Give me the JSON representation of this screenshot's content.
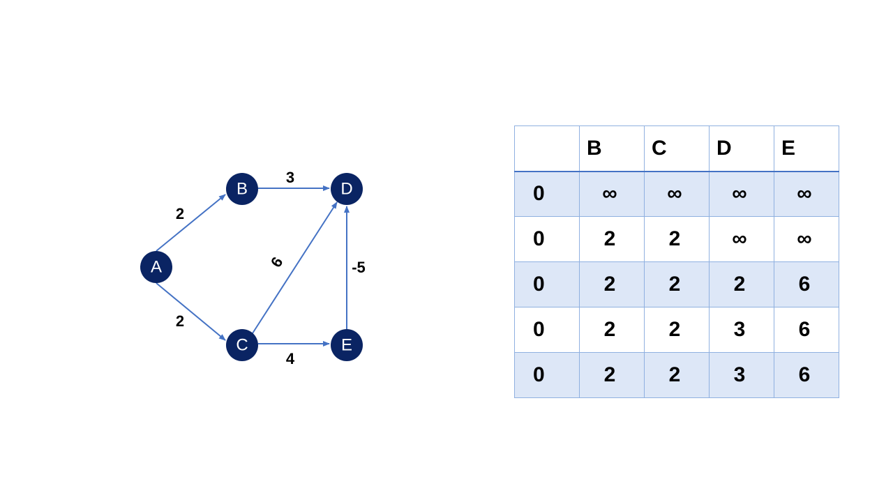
{
  "graph": {
    "nodes": [
      {
        "id": "A",
        "label": "A"
      },
      {
        "id": "B",
        "label": "B"
      },
      {
        "id": "C",
        "label": "C"
      },
      {
        "id": "D",
        "label": "D"
      },
      {
        "id": "E",
        "label": "E"
      }
    ],
    "edges": [
      {
        "from": "A",
        "to": "B",
        "weight": "2"
      },
      {
        "from": "A",
        "to": "C",
        "weight": "2"
      },
      {
        "from": "B",
        "to": "D",
        "weight": "3"
      },
      {
        "from": "C",
        "to": "D",
        "weight": "6"
      },
      {
        "from": "C",
        "to": "E",
        "weight": "4"
      },
      {
        "from": "E",
        "to": "D",
        "weight": "-5"
      }
    ],
    "colors": {
      "node": "#0a2463",
      "edge": "#4472c4"
    }
  },
  "table": {
    "header": [
      "",
      "B",
      "C",
      "D",
      "E"
    ],
    "rows": [
      [
        "0",
        "∞",
        "∞",
        "∞",
        "∞"
      ],
      [
        "0",
        "2",
        "2",
        "∞",
        "∞"
      ],
      [
        "0",
        "2",
        "2",
        "2",
        "6"
      ],
      [
        "0",
        "2",
        "2",
        "3",
        "6"
      ],
      [
        "0",
        "2",
        "2",
        "3",
        "6"
      ]
    ],
    "colors": {
      "band": "#dde7f7",
      "border": "#8fb0e0"
    }
  }
}
